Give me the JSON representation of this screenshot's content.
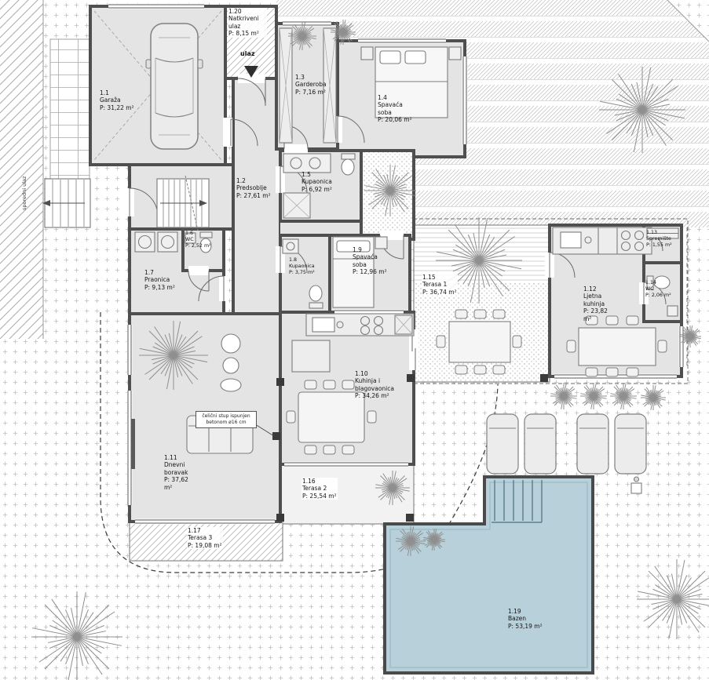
{
  "rooms": [
    {
      "number": "1.1",
      "name": "Garaža",
      "area": "P: 31,22 m²"
    },
    {
      "number": "1.2",
      "name": "Predsoblje",
      "area": "P: 27,61 m²"
    },
    {
      "number": "1.3",
      "name": "Garderoba",
      "area": "P: 7,16 m²"
    },
    {
      "number": "1.4",
      "name": "Spavaća soba",
      "area": "P: 20,06 m²"
    },
    {
      "number": "1.5",
      "name": "Kupaonica",
      "area": "P: 6,92 m²"
    },
    {
      "number": "1.6",
      "name": "WC",
      "area": "P: 2,52 m²"
    },
    {
      "number": "1.7",
      "name": "Praonica",
      "area": "P: 9,13 m²"
    },
    {
      "number": "1.8",
      "name": "Kupaonica",
      "area": "P: 3,75 m²"
    },
    {
      "number": "1.9",
      "name": "Spavaća soba",
      "area": "P: 12,96 m²"
    },
    {
      "number": "1.10",
      "name": "Kuhinja i blagovaonica",
      "area": "P: 34,26 m²"
    },
    {
      "number": "1.11",
      "name": "Dnevni boravak",
      "area": "P: 37,62 m²"
    },
    {
      "number": "1.12",
      "name": "Ljetna kuhinja",
      "area": "P: 23,82 m²"
    },
    {
      "number": "1.13",
      "name": "Spremište",
      "area": "P: 1,55 m²"
    },
    {
      "number": "1.14",
      "name": "WC",
      "area": "P: 2,06 m²"
    },
    {
      "number": "1.15",
      "name": "Terasa 1",
      "area": "P: 36,74 m²"
    },
    {
      "number": "1.16",
      "name": "Terasa 2",
      "area": "P: 25,54 m²"
    },
    {
      "number": "1.17",
      "name": "Terasa 3",
      "area": "P: 19,08 m²"
    },
    {
      "number": "1.19",
      "name": "Bazen",
      "area": "P: 53,19 m²"
    },
    {
      "number": "1.20",
      "name": "Natkriveni ulaz",
      "area": "P: 8,15 m²"
    }
  ],
  "annotations": {
    "entrance": "ulaz",
    "side_entrance": "sporedni ulaz",
    "column_note": "čelični stup ispunjen betonom ø16 cm"
  },
  "colors": {
    "wall": "#4f4f4f",
    "room_fill": "#e4e4e4",
    "pool_fill": "#b7d0da",
    "hatch": "#b3b3b3",
    "stipple": "#c0c0c0"
  }
}
